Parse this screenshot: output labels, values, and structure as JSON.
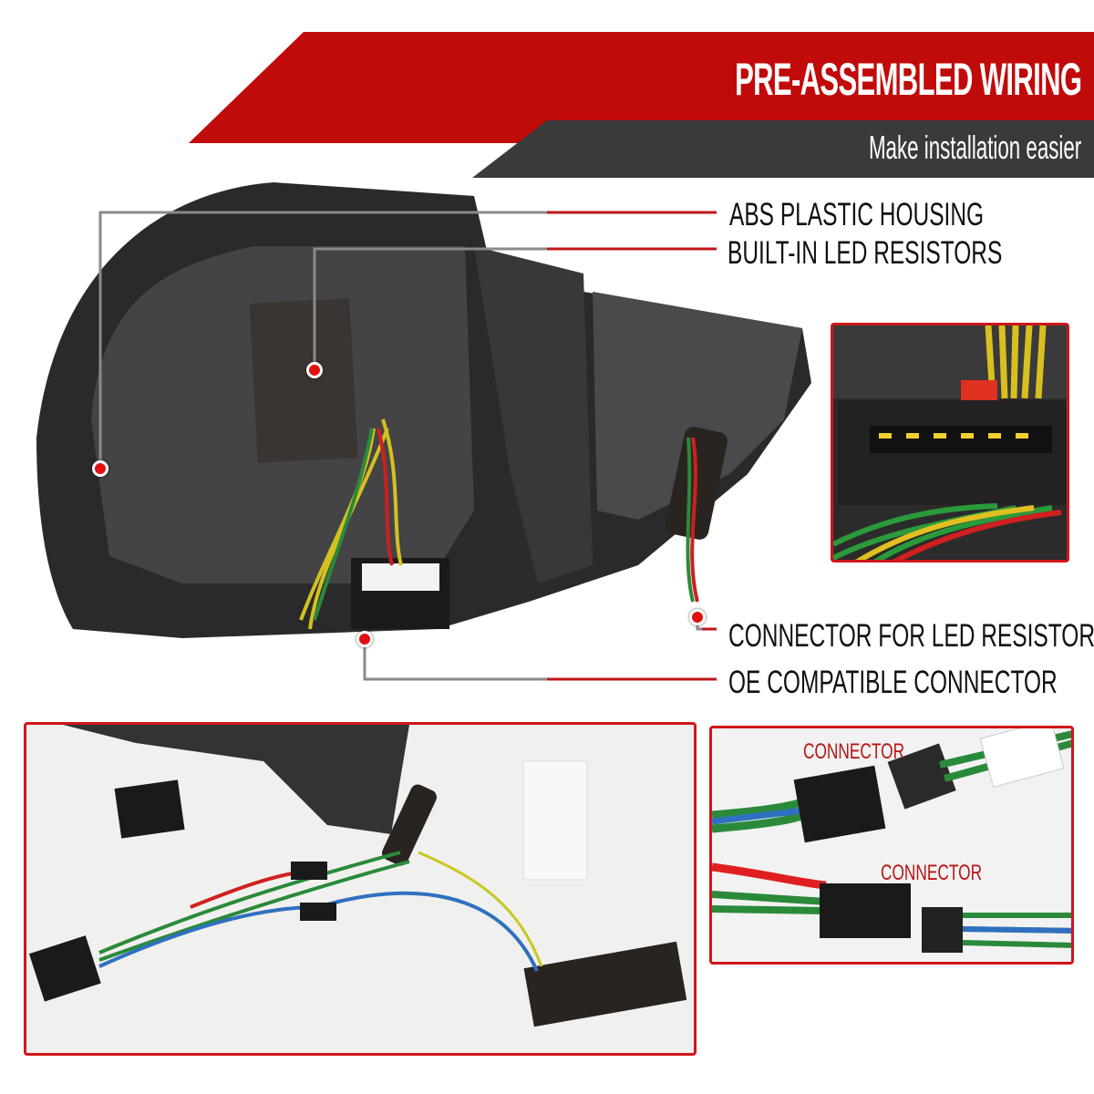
{
  "banner": {
    "title": "PRE-ASSEMBLED WIRING",
    "subtitle": "Make installation easier",
    "colors": {
      "red": "#c10a0a",
      "dark": "#3a3a3a",
      "accent_line": "#c0161a"
    }
  },
  "callouts": {
    "abs_housing": "ABS PLASTIC HOUSING",
    "led_resistors": "BUILT-IN LED RESISTORS",
    "resistor_connector": "CONNECTOR FOR LED RESISTOR",
    "oe_connector": "OE COMPATIBLE CONNECTOR"
  },
  "detail_panel": {
    "top_label": "CONNECTOR",
    "bottom_label": "CONNECTOR"
  }
}
